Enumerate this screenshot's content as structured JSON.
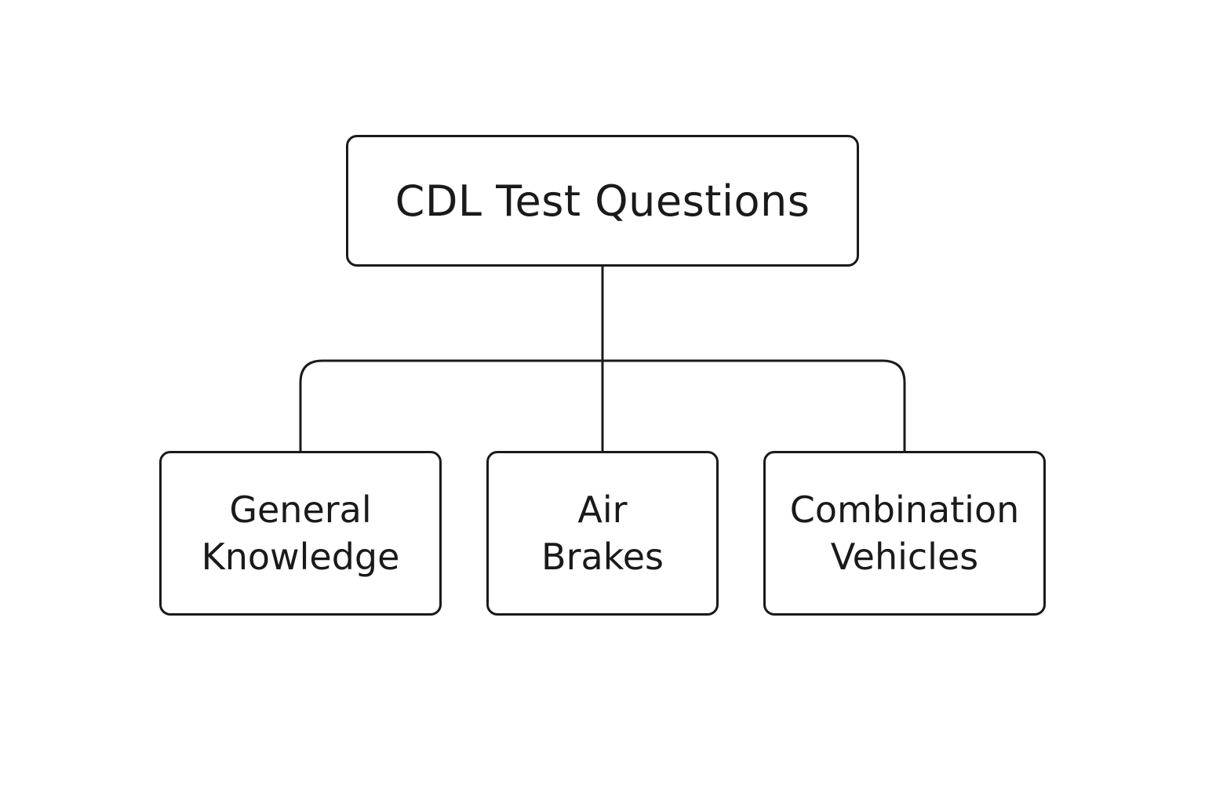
{
  "diagram": {
    "root": {
      "label": "CDL Test Questions"
    },
    "children": [
      {
        "id": "general-knowledge",
        "label": "General\nKnowledge"
      },
      {
        "id": "air-brakes",
        "label": "Air\nBrakes"
      },
      {
        "id": "combination-vehicles",
        "label": "Combination\nVehicles"
      }
    ],
    "colors": {
      "stroke": "#1a1a1a",
      "background": "#ffffff",
      "text": "#1a1a1a"
    }
  }
}
